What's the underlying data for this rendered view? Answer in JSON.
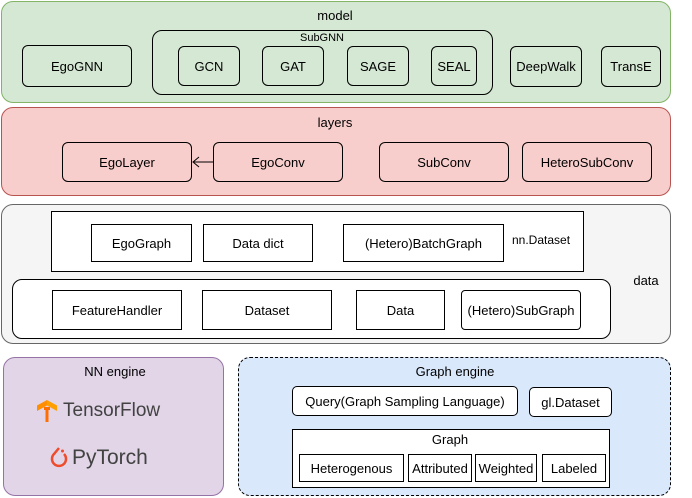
{
  "model": {
    "title": "model",
    "egognn": "EgoGNN",
    "subgnn": {
      "title": "SubGNN",
      "items": [
        "GCN",
        "GAT",
        "SAGE",
        "SEAL"
      ]
    },
    "deepwalk": "DeepWalk",
    "transe": "TransE"
  },
  "layers": {
    "title": "layers",
    "egolayer": "EgoLayer",
    "egoconv": "EgoConv",
    "subconv": "SubConv",
    "heterosubconv": "HeteroSubConv"
  },
  "data": {
    "title": "data",
    "nn_dataset": {
      "title": "nn.Dataset",
      "items": [
        "EgoGraph",
        "Data dict",
        "(Hetero)BatchGraph"
      ]
    },
    "lower": [
      "FeatureHandler",
      "Dataset",
      "Data",
      "(Hetero)SubGraph"
    ]
  },
  "nn_engine": {
    "title": "NN engine",
    "tensorflow": "TensorFlow",
    "pytorch": "PyTorch",
    "colors": {
      "tensorflow": "#ff8f00",
      "pytorch": "#ee4c2c"
    }
  },
  "graph_engine": {
    "title": "Graph engine",
    "query": "Query(Graph Sampling Language)",
    "gl_dataset": "gl.Dataset",
    "graph": {
      "title": "Graph",
      "items": [
        "Heterogenous",
        "Attributed",
        "Weighted",
        "Labeled"
      ]
    }
  }
}
